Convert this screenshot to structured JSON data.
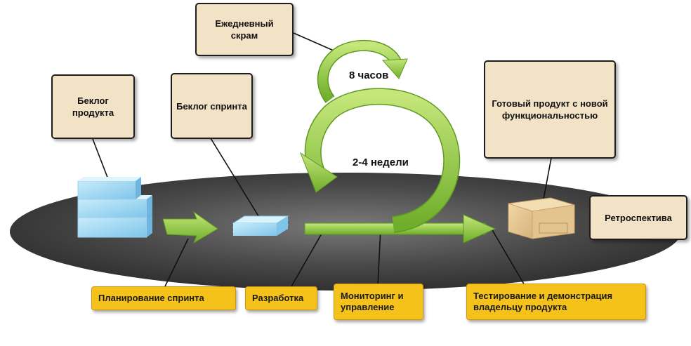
{
  "boxes": {
    "daily_scrum": "Ежедневный скрам",
    "product_backlog": "Беклог продукта",
    "sprint_backlog": "Беклог спринта",
    "ready_product": "Готовый продукт с новой функциональностью",
    "retrospective": "Ретроспектива"
  },
  "cycle_labels": {
    "hours": "8 часов",
    "weeks": "2-4 недели"
  },
  "phases": {
    "sprint_planning": "Планирование спринта",
    "development": "Разработка",
    "monitoring": "Мониторинг и управление",
    "testing": "Тестирование и демонстрация владельцу продукта"
  },
  "colors": {
    "callout_fill": "#f3e3c6",
    "phase_fill": "#f5c21b",
    "arrow_green": "#8cc63e",
    "platform": "#3d3d3d"
  }
}
